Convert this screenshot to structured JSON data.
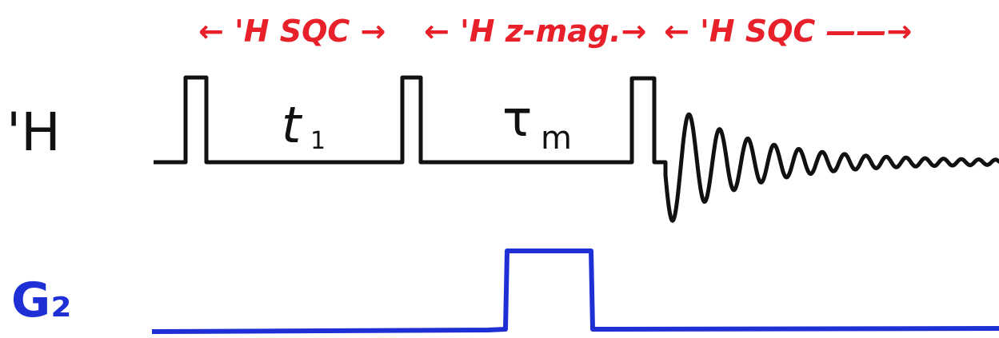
{
  "colors": {
    "annotation": "#e8202a",
    "rf_trace": "#111111",
    "gradient_trace": "#1f2fd6",
    "background": "#ffffff"
  },
  "periods": [
    {
      "label": "← 'H SQC →",
      "name": "sqc-1"
    },
    {
      "label": "← 'H z-mag.→",
      "name": "zmag"
    },
    {
      "label": "← 'H SQC ——→",
      "name": "sqc-2"
    }
  ],
  "channels": {
    "rf": {
      "label": "'H"
    },
    "gradient": {
      "label": "G₂"
    }
  },
  "delays": {
    "t1": {
      "base": "t",
      "sub": "1"
    },
    "mixing": {
      "base": "τ",
      "sub": "m"
    }
  },
  "pulses": {
    "count": 3,
    "names": [
      "pulse-1",
      "pulse-2",
      "pulse-3"
    ]
  },
  "signal": {
    "name": "fid"
  }
}
